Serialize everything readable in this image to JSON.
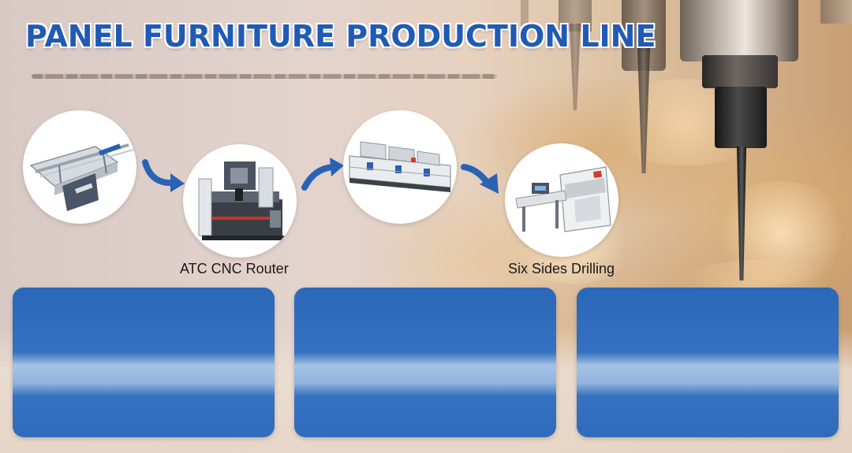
{
  "banner": {
    "title": "PANEL FURNITURE PRODUCTION LINE"
  },
  "process_steps": [
    {
      "label": "",
      "machine_icon": "sliding-table-saw-icon"
    },
    {
      "label": "ATC CNC Router",
      "machine_icon": "cnc-router-icon"
    },
    {
      "label": "",
      "machine_icon": "edge-banding-machine-icon"
    },
    {
      "label": "Six Sides Drilling",
      "machine_icon": "six-sides-drilling-icon"
    }
  ],
  "flow_arrow_icon": "curved-arrow-icon",
  "colors": {
    "title_blue": "#1f5bb5",
    "card_blue": "#2f6bbb",
    "arrow_blue": "#2a63b5"
  }
}
